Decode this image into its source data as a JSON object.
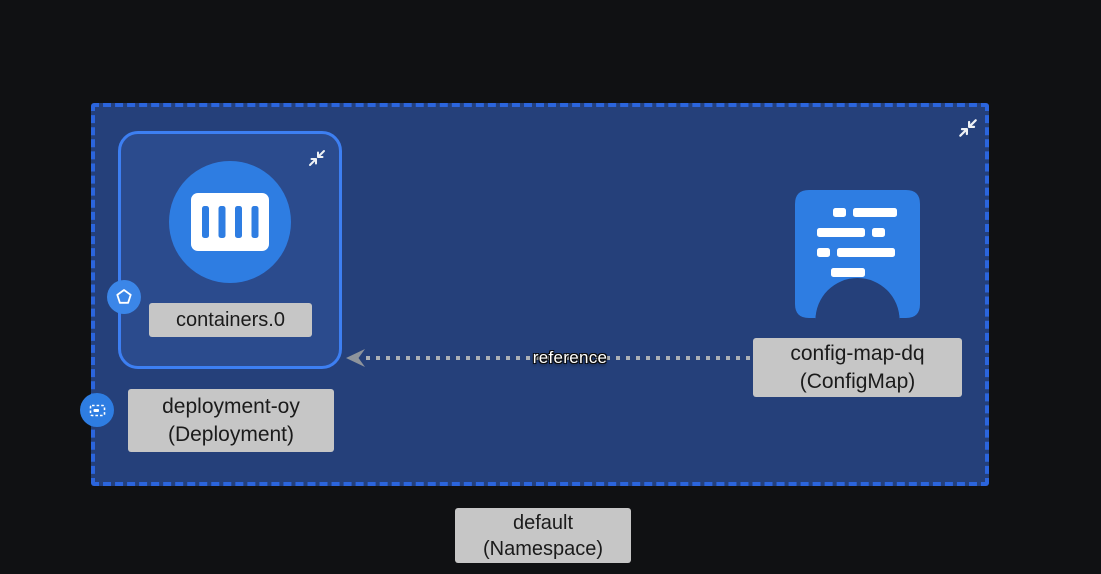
{
  "app": {
    "background": "#101113"
  },
  "namespace": {
    "name": "default",
    "kind": "(Namespace)",
    "fill": "#25407a",
    "border_color": "#2b65dd"
  },
  "deployment": {
    "name": "deployment-oy",
    "kind": "(Deployment)",
    "container_label": "containers.0",
    "node_fill": "#2b4b8d",
    "node_border": "#3d7ff2",
    "icon_circle_color": "#2e7de2"
  },
  "configmap": {
    "name": "config-map-dq",
    "kind": "(ConfigMap)",
    "icon_color": "#2e7de2"
  },
  "edge": {
    "label": "reference",
    "style": "dotted",
    "color": "#adb1b6",
    "direction": "configmap-to-deployment"
  },
  "labels": {
    "background": "#c6c6c6",
    "text_color": "#1b1b1b"
  },
  "icons": {
    "namespace_collapse": "collapse-icon",
    "deployment_collapse": "collapse-icon",
    "container": "container-icon",
    "pod_badge": "pod-icon",
    "deployment_badge": "deployment-icon",
    "configmap": "configmap-icon",
    "edge_arrowhead": "arrowhead-left-icon"
  }
}
